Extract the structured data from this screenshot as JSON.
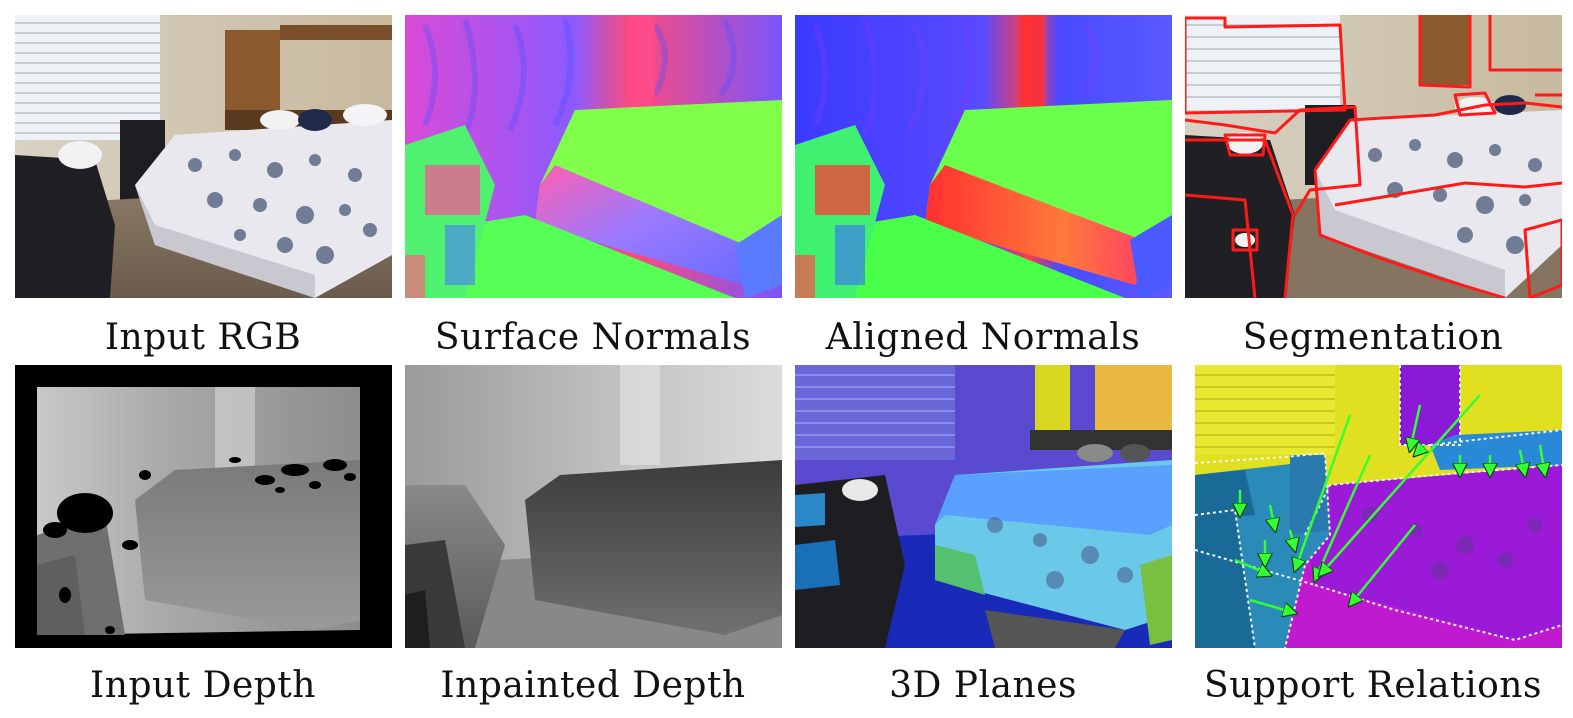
{
  "figure": {
    "panels": [
      {
        "id": "input-rgb",
        "caption": "Input RGB"
      },
      {
        "id": "surface-normals",
        "caption": "Surface Normals"
      },
      {
        "id": "aligned-normals",
        "caption": "Aligned Normals"
      },
      {
        "id": "segmentation",
        "caption": "Segmentation"
      },
      {
        "id": "input-depth",
        "caption": "Input Depth"
      },
      {
        "id": "inpainted-depth",
        "caption": "Inpainted Depth"
      },
      {
        "id": "3d-planes",
        "caption": "3D Planes"
      },
      {
        "id": "support-relations",
        "caption": "Support Relations"
      }
    ],
    "colors": {
      "segment_boundary": "#ff1a1a",
      "support_arrow": "#33ff33",
      "normal_red": "#ff2a2a",
      "normal_green": "#33ff33",
      "normal_blue": "#3a3aff"
    }
  }
}
